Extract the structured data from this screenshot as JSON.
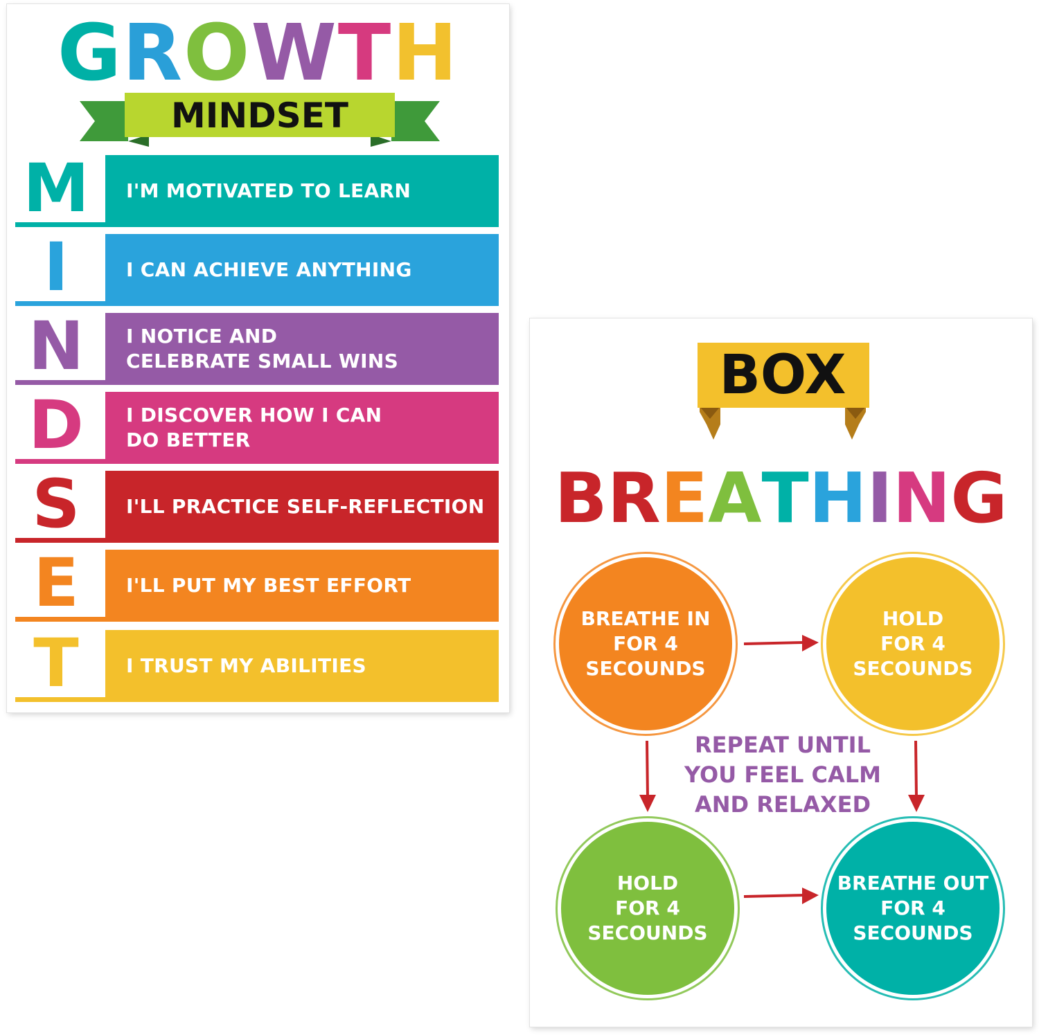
{
  "growth_poster": {
    "title_letters": [
      {
        "ch": "G",
        "color": "#00b0a6"
      },
      {
        "ch": "R",
        "color": "#2a9fd8"
      },
      {
        "ch": "O",
        "color": "#7fbf3e"
      },
      {
        "ch": "W",
        "color": "#955aa6"
      },
      {
        "ch": "T",
        "color": "#d63a7f"
      },
      {
        "ch": "H",
        "color": "#f2c12e"
      }
    ],
    "subtitle": "MINDSET",
    "rows": [
      {
        "letter": "M",
        "text": "I'M MOTIVATED TO LEARN",
        "color": "#00b1a7"
      },
      {
        "letter": "I",
        "text": "I CAN ACHIEVE ANYTHING",
        "color": "#2aa3dc"
      },
      {
        "letter": "N",
        "text": "I NOTICE AND\nCELEBRATE SMALL WINS",
        "color": "#955aa6"
      },
      {
        "letter": "D",
        "text": "I DISCOVER HOW I CAN\nDO BETTER",
        "color": "#d63a80"
      },
      {
        "letter": "S",
        "text": "I'LL PRACTICE SELF-REFLECTION",
        "color": "#c8252a"
      },
      {
        "letter": "E",
        "text": "I'LL PUT MY BEST EFFORT",
        "color": "#f38520"
      },
      {
        "letter": "T",
        "text": "I TRUST MY ABILITIES",
        "color": "#f3c02c"
      }
    ]
  },
  "box_poster": {
    "banner": "BOX",
    "title_letters": [
      {
        "ch": "B",
        "color": "#c8252a"
      },
      {
        "ch": "R",
        "color": "#c8252a"
      },
      {
        "ch": "E",
        "color": "#f38520"
      },
      {
        "ch": "A",
        "color": "#7fbf3e"
      },
      {
        "ch": "T",
        "color": "#00b1a7"
      },
      {
        "ch": "H",
        "color": "#2aa3dc"
      },
      {
        "ch": "I",
        "color": "#955aa6"
      },
      {
        "ch": "N",
        "color": "#d63a80"
      },
      {
        "ch": "G",
        "color": "#c8252a"
      }
    ],
    "steps": {
      "breathe_in": {
        "text": "BREATHE IN\nFOR 4\nSECOUNDS",
        "color": "#f38520"
      },
      "hold_top": {
        "text": "HOLD\nFOR 4\nSECOUNDS",
        "color": "#f3c02c"
      },
      "hold_bottom": {
        "text": "HOLD\nFOR 4\nSECOUNDS",
        "color": "#7fbf3e"
      },
      "breathe_out": {
        "text": "BREATHE OUT\nFOR 4\nSECOUNDS",
        "color": "#00b1a7"
      }
    },
    "center_text": "REPEAT UNTIL\nYOU FEEL CALM\nAND RELAXED",
    "center_color": "#955aa6",
    "arrow_color": "#c8252a"
  }
}
